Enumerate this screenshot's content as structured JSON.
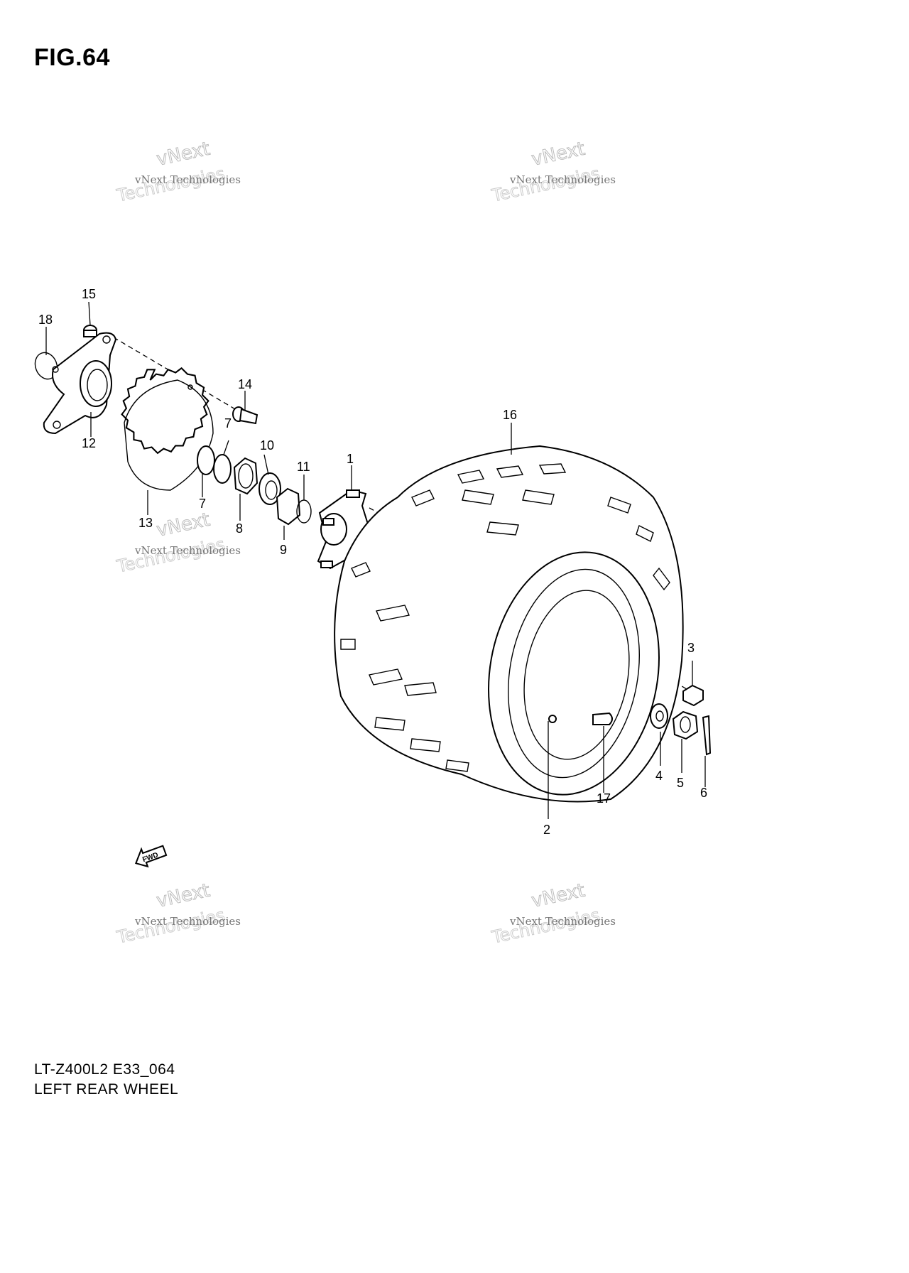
{
  "figure": {
    "title": "FIG.64"
  },
  "callouts": [
    {
      "id": "c1",
      "label": "1"
    },
    {
      "id": "c2",
      "label": "2"
    },
    {
      "id": "c3",
      "label": "3"
    },
    {
      "id": "c4",
      "label": "4"
    },
    {
      "id": "c5",
      "label": "5"
    },
    {
      "id": "c6",
      "label": "6"
    },
    {
      "id": "c7a",
      "label": "7"
    },
    {
      "id": "c7b",
      "label": "7"
    },
    {
      "id": "c8",
      "label": "8"
    },
    {
      "id": "c9",
      "label": "9"
    },
    {
      "id": "c10",
      "label": "10"
    },
    {
      "id": "c11",
      "label": "11"
    },
    {
      "id": "c12",
      "label": "12"
    },
    {
      "id": "c13",
      "label": "13"
    },
    {
      "id": "c14",
      "label": "14"
    },
    {
      "id": "c15",
      "label": "15"
    },
    {
      "id": "c16",
      "label": "16"
    },
    {
      "id": "c17",
      "label": "17"
    },
    {
      "id": "c18",
      "label": "18"
    }
  ],
  "watermark": {
    "line1": "vNext Technologies",
    "line2": "vNext",
    "line3": "Technologies"
  },
  "fwd_badge": "FWD",
  "caption": {
    "model_code": "LT-Z400L2 E33_064",
    "section_name": "LEFT REAR WHEEL"
  }
}
